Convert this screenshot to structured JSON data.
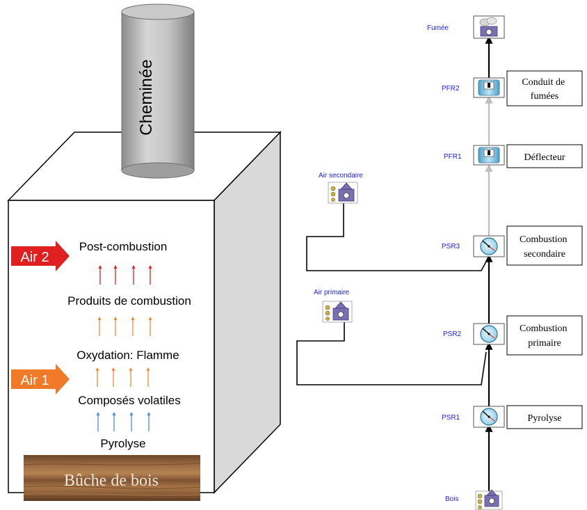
{
  "left_panel": {
    "chimney_label": "Cheminée",
    "stages": {
      "post_combustion": "Post-combustion",
      "products": "Produits de combustion",
      "oxidation": "Oxydation: Flamme",
      "volatiles": "Composés volatiles",
      "pyrolysis": "Pyrolyse"
    },
    "air2_label": "Air 2",
    "air1_label": "Air 1",
    "log_label": "Bûche de bois",
    "colors": {
      "air2": "#e02020",
      "air1": "#f07a28",
      "arrow_red": "#e02020",
      "arrow_orange": "#f0883a",
      "arrow_blue": "#4a8fd4"
    }
  },
  "right_panel": {
    "reactor_labels": {
      "fumee": "Fumée",
      "pfr2": "PFR2",
      "pfr1": "PFR1",
      "psr3": "PSR3",
      "psr2": "PSR2",
      "psr1": "PSR1",
      "bois": "Bois",
      "air_secondaire": "Air secondaire",
      "air_primaire": "Air primaire"
    },
    "boxes": {
      "conduit": "Conduit de\nfumées",
      "deflecteur": "Déflecteur",
      "combustion_secondaire": "Combustion\nsecondaire",
      "combustion_primaire": "Combustion\nprimaire",
      "pyrolyse": "Pyrolyse"
    },
    "colors": {
      "label_blue": "#1a1aff",
      "flow_gray": "#bdbdbd",
      "flow_black": "#000000"
    }
  }
}
